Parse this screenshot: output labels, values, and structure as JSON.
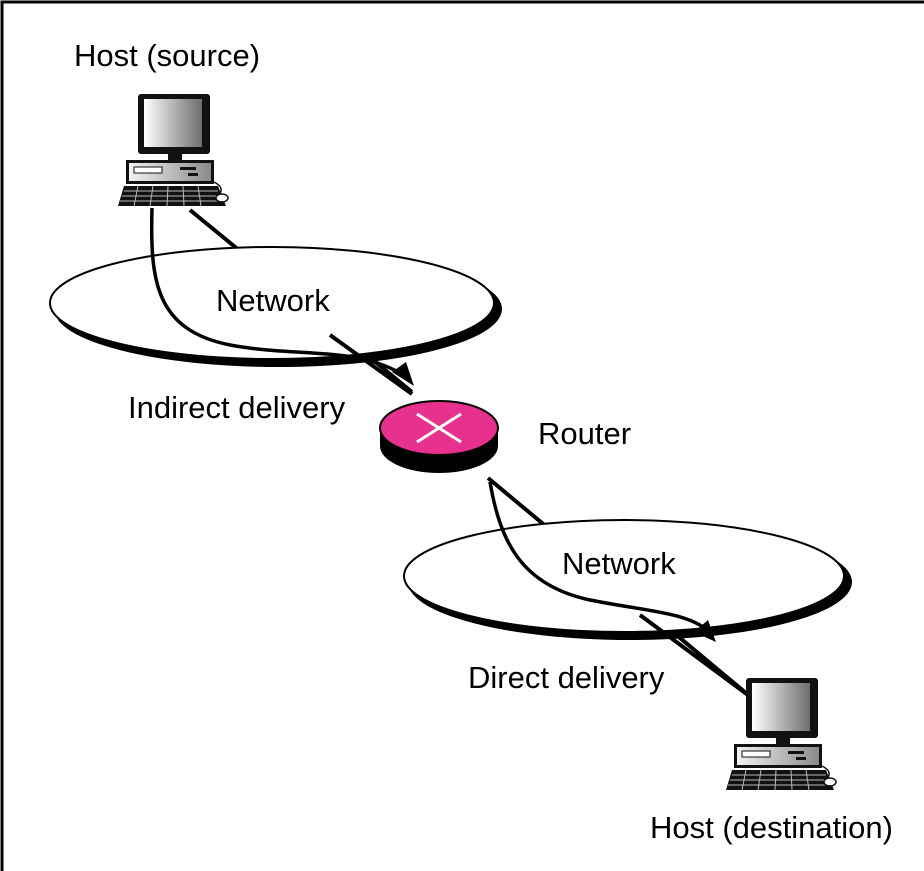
{
  "labels": {
    "source_host": "Host (source)",
    "network_top": "Network",
    "indirect": "Indirect delivery",
    "router": "Router",
    "network_bottom": "Network",
    "direct": "Direct delivery",
    "destination_host": "Host (destination)"
  },
  "colors": {
    "router_fill": "#e8308e",
    "router_side": "#000000",
    "network_fill": "#ffffff",
    "line": "#000000",
    "monitor_screen": "#b0b0b0"
  }
}
